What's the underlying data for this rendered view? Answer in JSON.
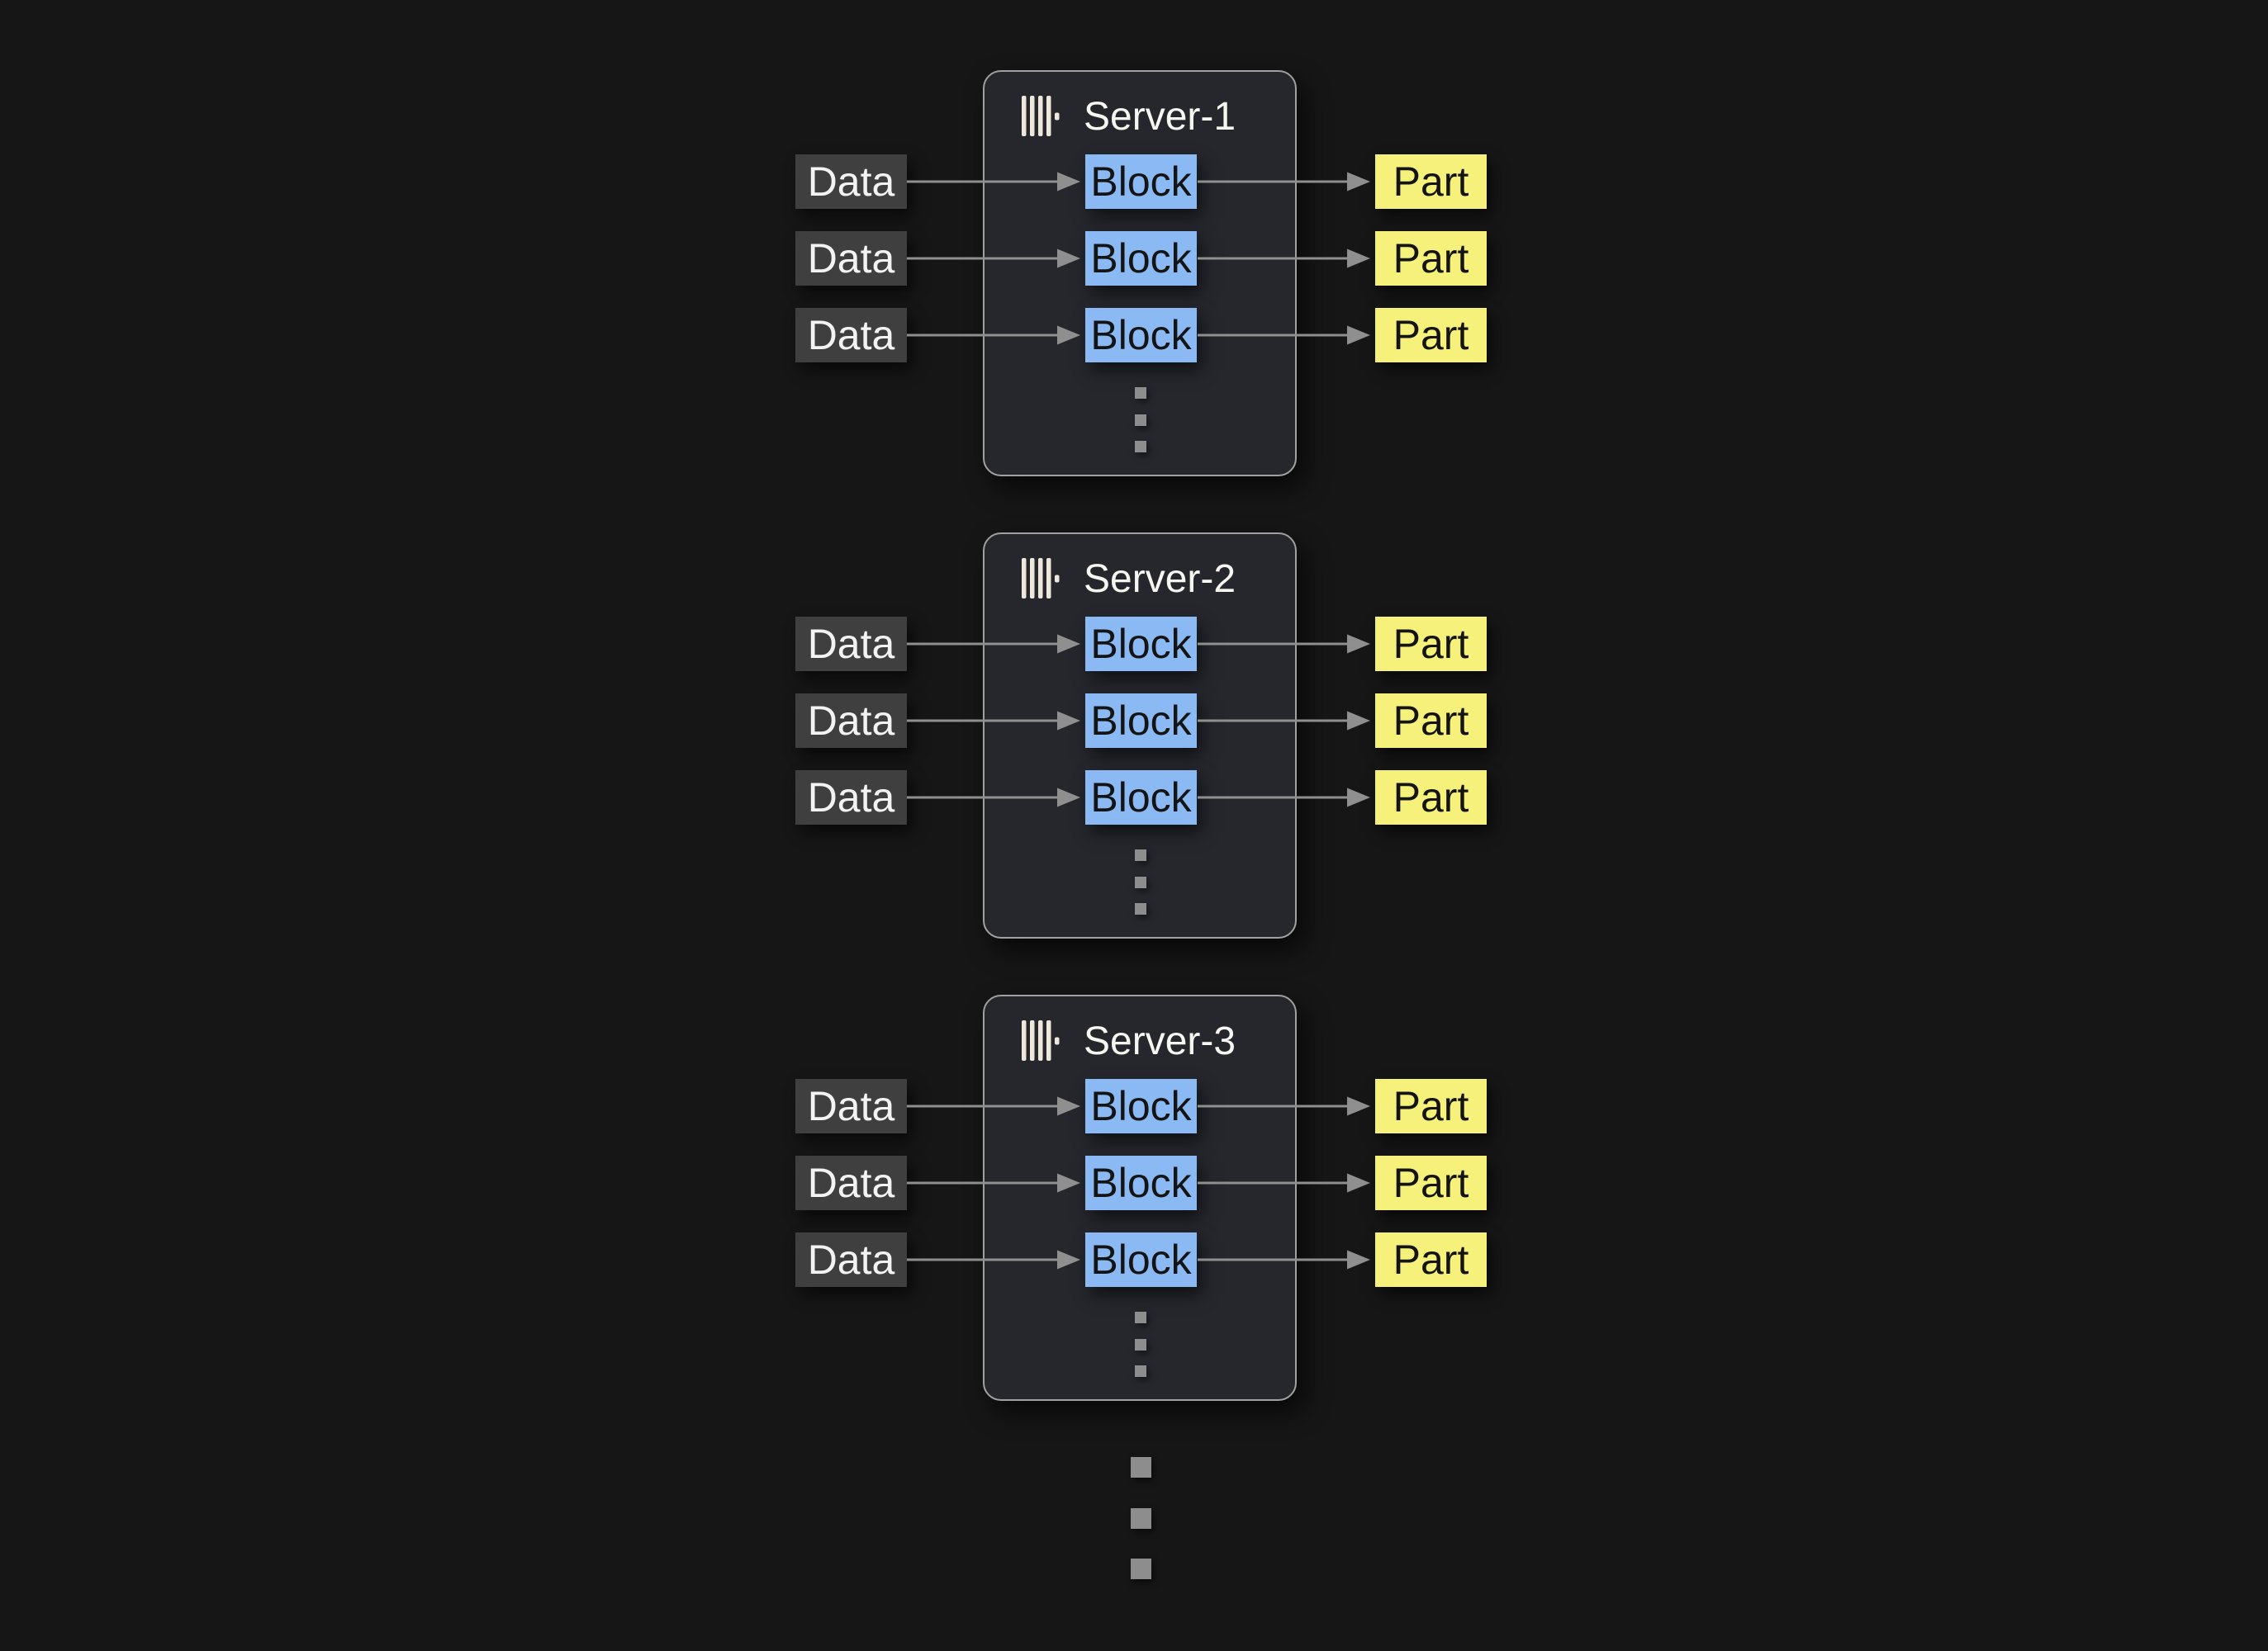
{
  "diagram": {
    "servers": [
      {
        "title": "Server-1",
        "icon": "server-rack-icon",
        "rows": [
          {
            "input": "Data",
            "middle": "Block",
            "output": "Part"
          },
          {
            "input": "Data",
            "middle": "Block",
            "output": "Part"
          },
          {
            "input": "Data",
            "middle": "Block",
            "output": "Part"
          }
        ]
      },
      {
        "title": "Server-2",
        "icon": "server-rack-icon",
        "rows": [
          {
            "input": "Data",
            "middle": "Block",
            "output": "Part"
          },
          {
            "input": "Data",
            "middle": "Block",
            "output": "Part"
          },
          {
            "input": "Data",
            "middle": "Block",
            "output": "Part"
          }
        ]
      },
      {
        "title": "Server-3",
        "icon": "server-rack-icon",
        "rows": [
          {
            "input": "Data",
            "middle": "Block",
            "output": "Part"
          },
          {
            "input": "Data",
            "middle": "Block",
            "output": "Part"
          },
          {
            "input": "Data",
            "middle": "Block",
            "output": "Part"
          }
        ]
      }
    ],
    "colors": {
      "background": "#161616",
      "server_fill": "#25272d",
      "server_border": "#a1a1a1",
      "data_fill": "#3f3f3f",
      "block_fill": "#8ab9f4",
      "part_fill": "#f5f17a",
      "arrow": "#8f8f8f",
      "dots": "#8d8d8d"
    }
  }
}
